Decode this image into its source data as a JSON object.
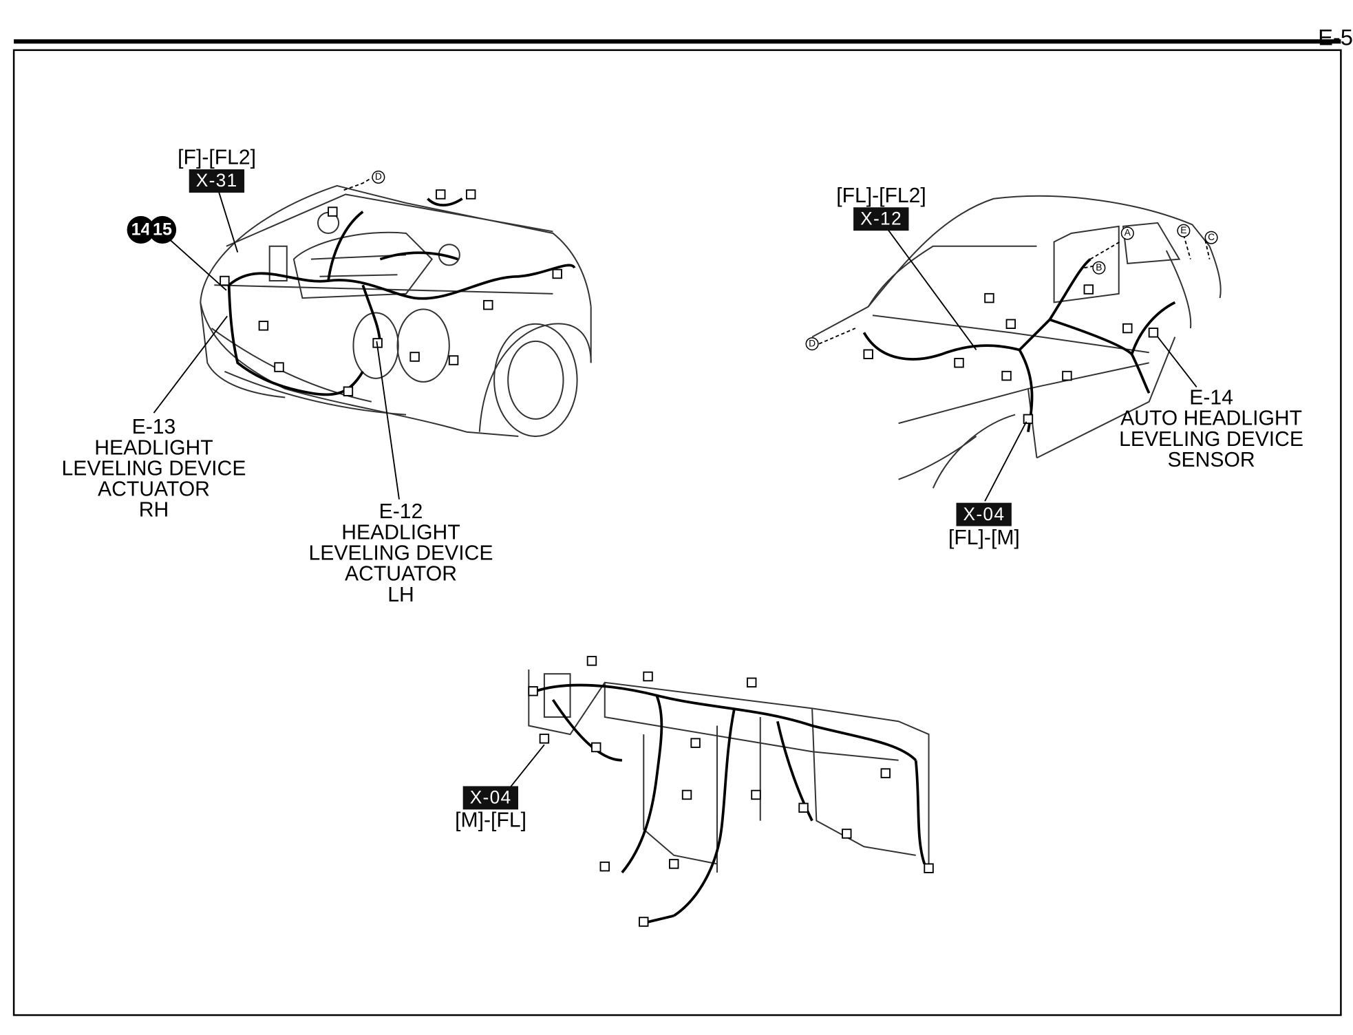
{
  "page": {
    "number": "E-5"
  },
  "front_view": {
    "connector_top": {
      "pair": "[F]-[FL2]",
      "code": "X-31"
    },
    "callouts": [
      "14",
      "15"
    ],
    "point_d": "D",
    "e13": {
      "id": "E-13",
      "line1": "HEADLIGHT",
      "line2": "LEVELING DEVICE",
      "line3": "ACTUATOR",
      "line4": "RH"
    },
    "e12": {
      "id": "E-12",
      "line1": "HEADLIGHT",
      "line2": "LEVELING DEVICE",
      "line3": "ACTUATOR",
      "line4": "LH"
    }
  },
  "side_view": {
    "connector_top": {
      "pair": "[FL]-[FL2]",
      "code": "X-12"
    },
    "points": {
      "a": "A",
      "b": "B",
      "c": "C",
      "d": "D",
      "e": "E"
    },
    "e14": {
      "id": "E-14",
      "line1": "AUTO HEADLIGHT",
      "line2": "LEVELING DEVICE",
      "line3": "SENSOR"
    },
    "connector_bottom": {
      "code": "X-04",
      "pair": "[FL]-[M]"
    }
  },
  "dash_view": {
    "connector": {
      "code": "X-04",
      "pair": "[M]-[FL]"
    }
  }
}
